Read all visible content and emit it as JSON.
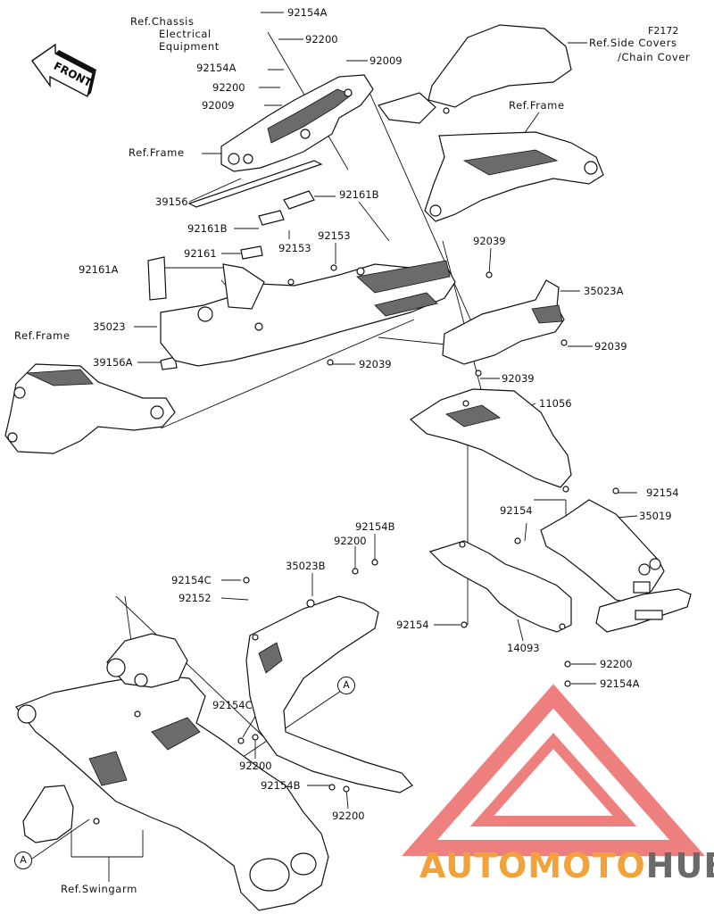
{
  "figure_code": "F2172",
  "front_label": "FRONT",
  "watermark": {
    "part1": "AUTO",
    "part2": "MOTO",
    "part3": "HUB"
  },
  "labels": {
    "p92154A_top": "92154A",
    "p92200_top": "92200",
    "ref_chassis_l1": "Ref.Chassis",
    "ref_chassis_l2": "Electrical",
    "ref_chassis_l3": "Equipment",
    "p92009_r": "92009",
    "p92154A_l": "92154A",
    "p92200_l": "92200",
    "p92009_l": "92009",
    "ref_side_l1": "Ref.Side Covers",
    "ref_side_l2": "/Chain Cover",
    "ref_frame_r": "Ref.Frame",
    "ref_frame_m": "Ref.Frame",
    "p39156": "39156",
    "p92161B_r": "92161B",
    "p92161B_l": "92161B",
    "p92153_a": "92153",
    "p92153_b": "92153",
    "p92039_top": "92039",
    "p92161": "92161",
    "p92161A": "92161A",
    "p35023A": "35023A",
    "p35023": "35023",
    "ref_frame_l": "Ref.Frame",
    "p92039_r": "92039",
    "p39156A": "39156A",
    "p92039_m": "92039",
    "p92039_b": "92039",
    "p11056": "11056",
    "p92154_r": "92154",
    "p35019": "35019",
    "p92154_m": "92154",
    "p92154B_t": "92154B",
    "p92200_m": "92200",
    "p35023B": "35023B",
    "p92154C_t": "92154C",
    "p92152": "92152",
    "p92154_l": "92154",
    "p14093": "14093",
    "p92200_r": "92200",
    "p92154A_r": "92154A",
    "callout_a1": "A",
    "p92154C_b": "92154C",
    "p92200_b1": "92200",
    "p92154B_b": "92154B",
    "p92200_b2": "92200",
    "callout_a2": "A",
    "ref_swingarm": "Ref.Swingarm"
  }
}
